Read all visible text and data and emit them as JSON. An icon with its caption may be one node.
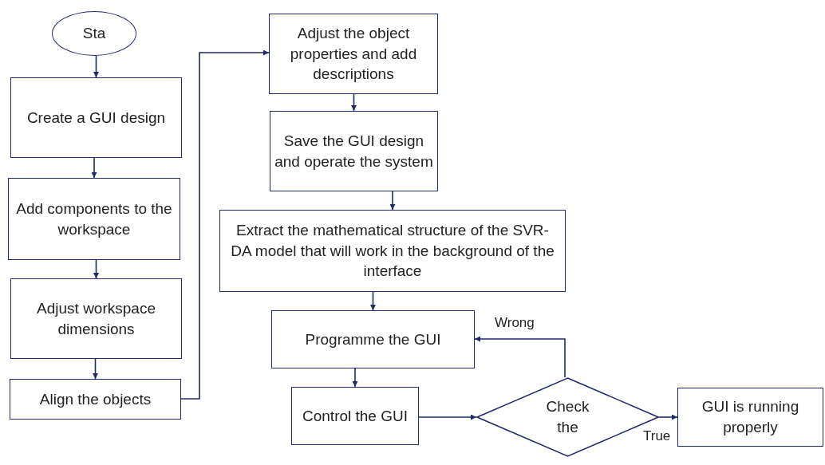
{
  "diagram": {
    "nodes": [
      {
        "text": [
          "Sta"
        ]
      },
      {
        "text": [
          "Create a GUI design"
        ]
      },
      {
        "text": [
          "Add components to the workspace"
        ]
      },
      {
        "text": [
          "Adjust workspace dimensions"
        ]
      },
      {
        "text": [
          "Align the objects"
        ]
      },
      {
        "text": [
          "Adjust the object properties and add descriptions"
        ]
      },
      {
        "text": [
          "Save the GUI design and operate the system"
        ]
      },
      {
        "text": [
          "Extract the mathematical structure of the SVR-DA model that will work in the background of the interface"
        ]
      },
      {
        "text": [
          "Programme the GUI"
        ]
      },
      {
        "text": [
          "Control the GUI"
        ]
      },
      {
        "text": [
          "Check the"
        ]
      },
      {
        "text": [
          "GUI is running properly"
        ]
      }
    ],
    "edges": [
      {
        "from": 0,
        "to": 1,
        "arrow": "to"
      },
      {
        "from": 1,
        "to": 2,
        "arrow": "to"
      },
      {
        "from": 2,
        "to": 3,
        "arrow": "to"
      },
      {
        "from": 3,
        "to": 4,
        "arrow": "to"
      },
      {
        "from": 4,
        "to": 5,
        "arrow": "to"
      },
      {
        "from": 5,
        "to": 6,
        "arrow": "to"
      },
      {
        "from": 6,
        "to": 7,
        "arrow": "to"
      },
      {
        "from": 7,
        "to": 8,
        "arrow": "to"
      },
      {
        "from": 8,
        "to": 9,
        "arrow": "to"
      },
      {
        "from": 9,
        "to": 10,
        "arrow": "to"
      },
      {
        "from": 10,
        "to": 8,
        "arrow": "to",
        "label": "Wrong"
      },
      {
        "from": 10,
        "to": 11,
        "arrow": "to",
        "label": "True"
      }
    ]
  }
}
